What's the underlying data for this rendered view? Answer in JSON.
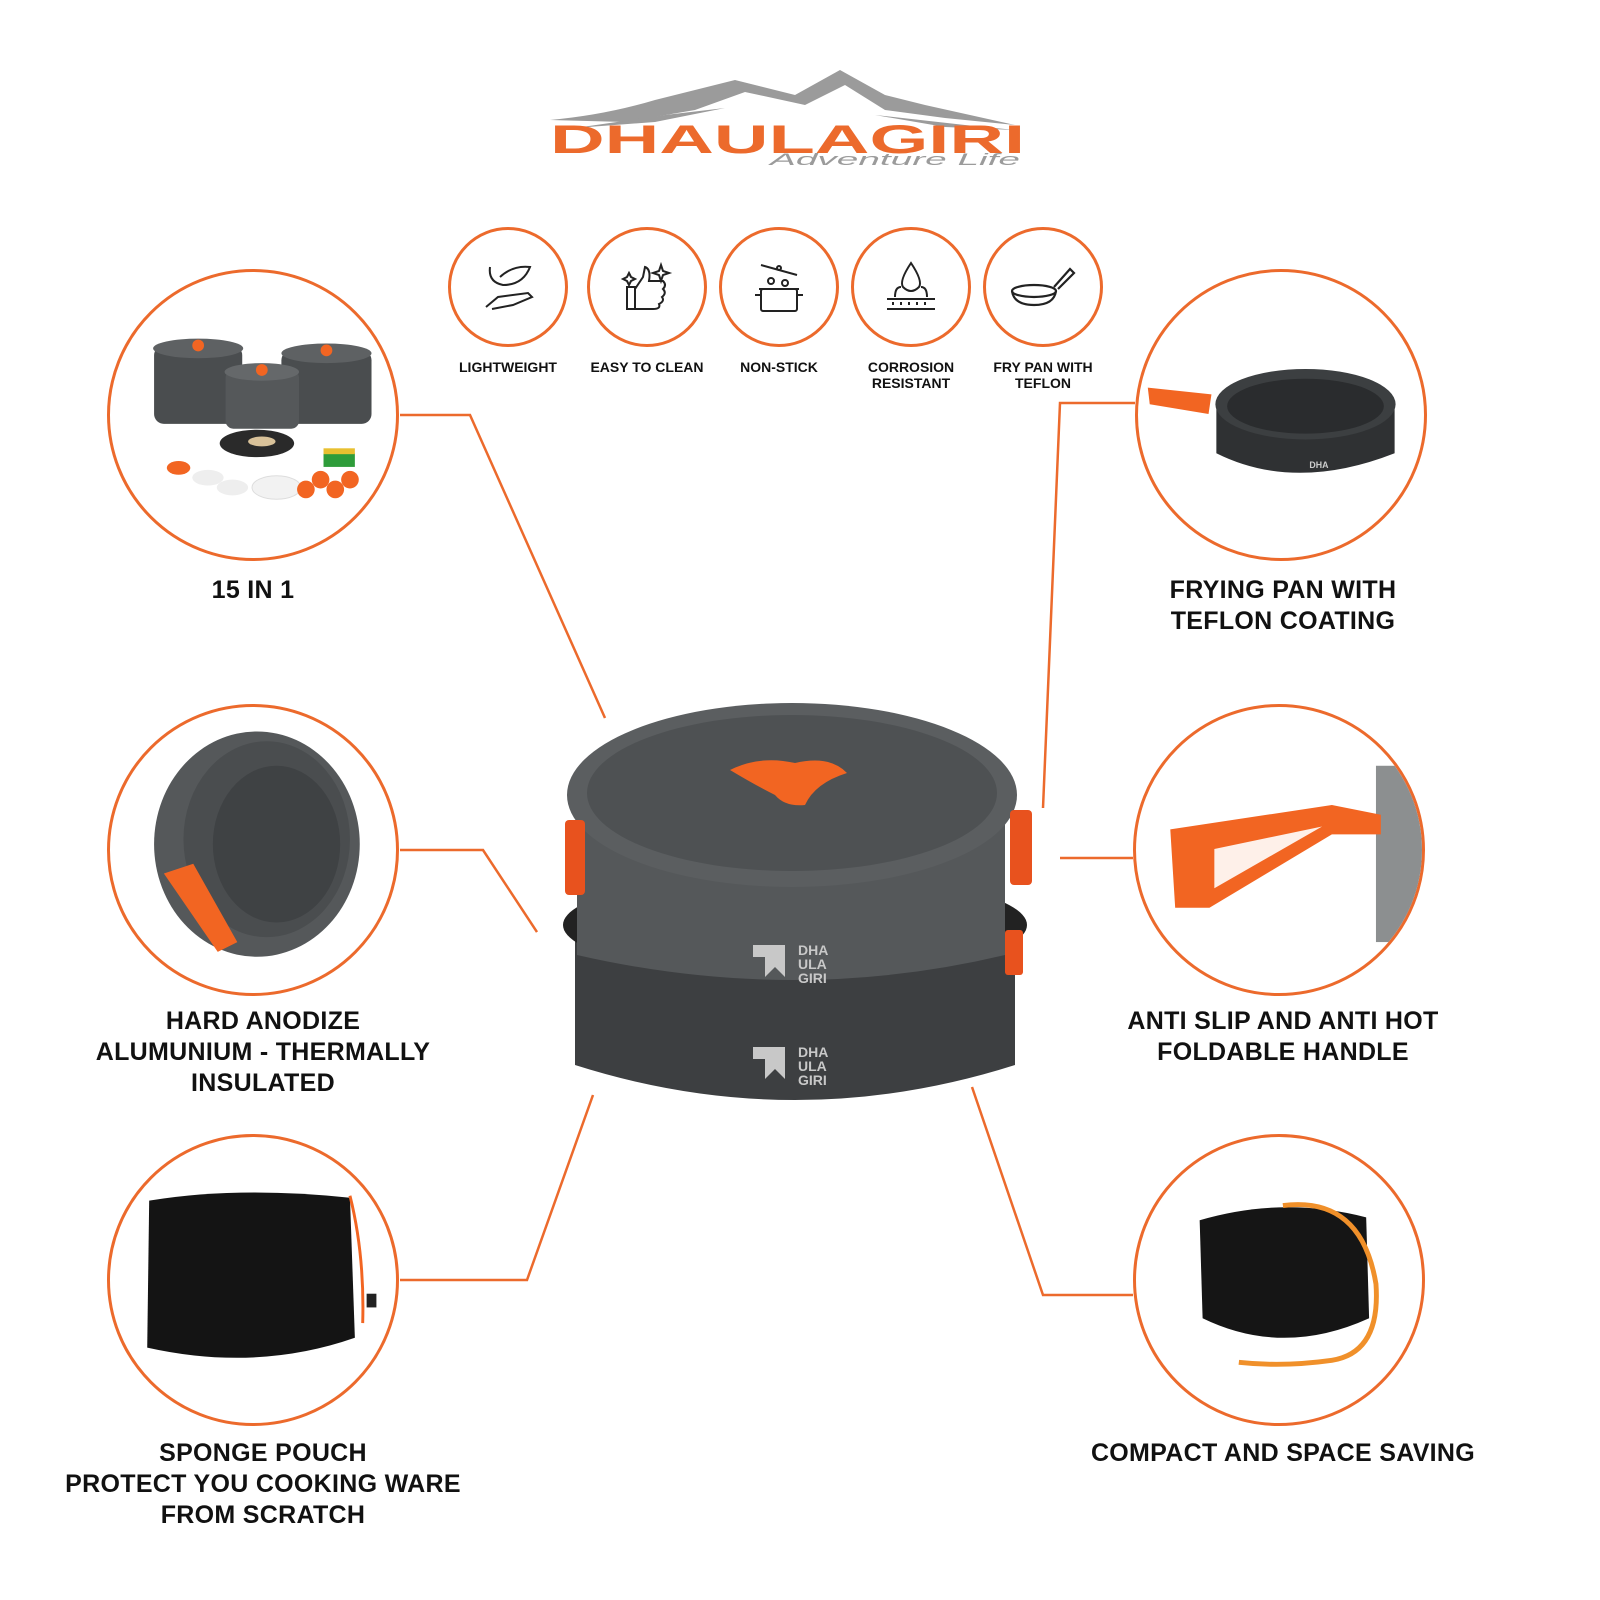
{
  "brand": {
    "name": "DHAULAGIRI",
    "tagline": "Adventure Life",
    "accent_color": "#ec6a2c",
    "mountain_color": "#9b9b9b"
  },
  "icons": [
    {
      "label": "LIGHTWEIGHT",
      "icon": "feather-hand-icon"
    },
    {
      "label": "EASY TO CLEAN",
      "icon": "thumbs-up-sparkle-icon"
    },
    {
      "label": "NON-STICK",
      "icon": "cooking-pot-icon"
    },
    {
      "label": "CORROSION RESISTANT",
      "icon": "water-drop-surface-icon"
    },
    {
      "label": "FRY PAN WITH TEFLON",
      "icon": "frying-pan-icon"
    }
  ],
  "features": {
    "set": {
      "line1": "15 IN 1"
    },
    "pan": {
      "line1": "FRYING PAN WITH",
      "line2": "TEFLON COATING"
    },
    "material": {
      "line1": "HARD ANODIZE",
      "line2": "ALUMUNIUM - THERMALLY",
      "line3": "INSULATED"
    },
    "handle": {
      "line1": "ANTI SLIP AND ANTI HOT",
      "line2": "FOLDABLE HANDLE"
    },
    "pouch": {
      "line1": "SPONGE POUCH",
      "line2": "PROTECT YOU COOKING WARE",
      "line3": "FROM SCRATCH"
    },
    "compact": {
      "line1": "COMPACT AND SPACE SAVING"
    }
  },
  "pot_logo": {
    "line1": "DHA",
    "line2": "ULA",
    "line3": "GIRI"
  }
}
